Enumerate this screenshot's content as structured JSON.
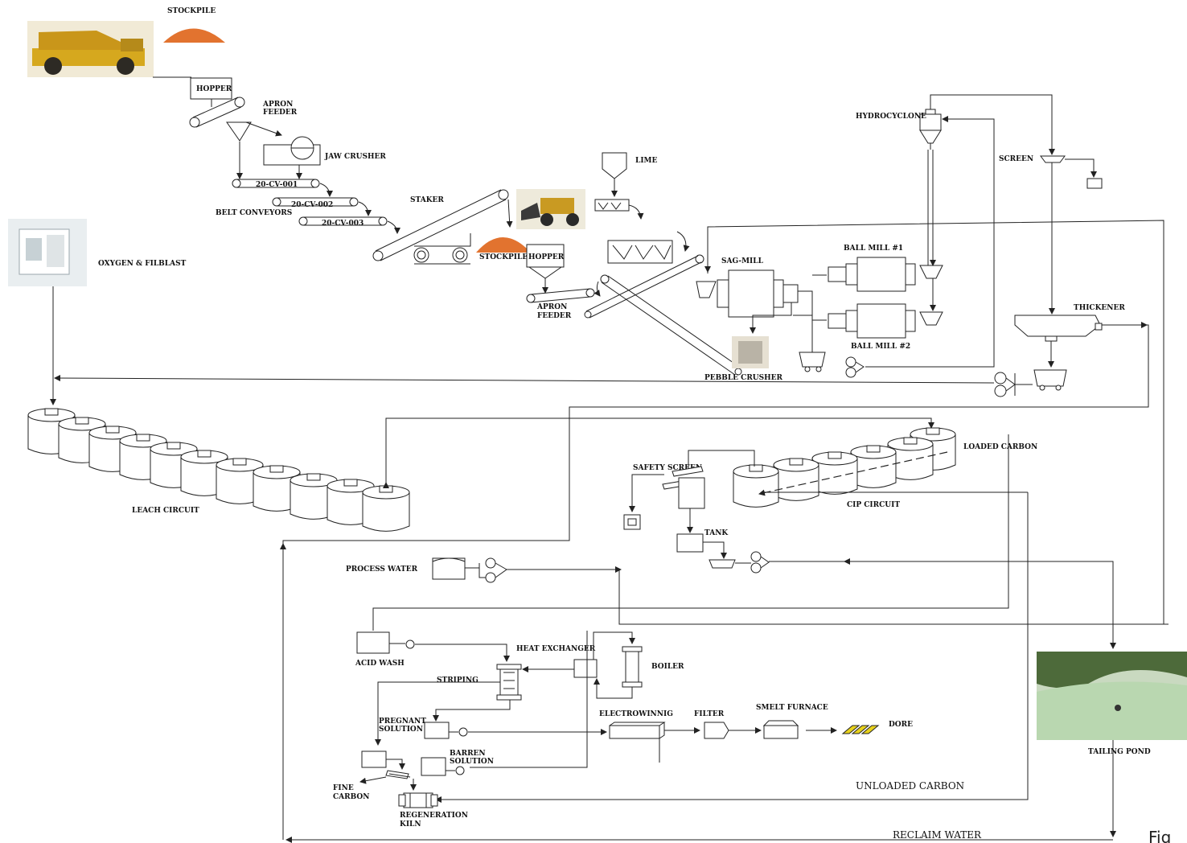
{
  "labels": {
    "stockpile_top": "STOCKPILE",
    "hopper_top": "HOPPER",
    "apron_feeder_1": "APRON",
    "apron_feeder_1b": "FEEDER",
    "jaw_crusher": "JAW CRUSHER",
    "cv001": "20-CV-001",
    "cv002": "20-CV-002",
    "cv003": "20-CV-003",
    "belt_conveyors": "BELT CONVEYORS",
    "staker": "STAKER",
    "stockpile_mid": "STOCKPILE",
    "hopper_mid": "HOPPER",
    "apron_feeder_2": "APRON",
    "apron_feeder_2b": "FEEDER",
    "lime": "LIME",
    "oxygen": "OXYGEN & FILBLAST",
    "sag_mill": "SAG-MILL",
    "ball_mill_1": "BALL MILL #1",
    "ball_mill_2": "BALL MILL #2",
    "pebble_crusher": "PEBBLE CRUSHER",
    "hydrocyclone": "HYDROCYCLONE",
    "screen": "SCREEN",
    "thickener": "THICKENER",
    "leach_circuit": "LEACH CIRCUIT",
    "safety_screen": "SAFETY SCREEN",
    "loaded_carbon": "LOADED CARBON",
    "cip_circuit": "CIP CIRCUIT",
    "tank": "TANK",
    "process_water": "PROCESS WATER",
    "acid_wash": "ACID WASH",
    "heat_exchanger": "HEAT EXCHANGER",
    "boiler": "BOILER",
    "striping": "STRIPING",
    "pregnant_1": "PREGNANT",
    "pregnant_2": "SOLUTION",
    "electrowinning": "ELECTROWINNIG",
    "filter": "FILTER",
    "smelt_furnace": "SMELT FURNACE",
    "dore": "DORE",
    "barren_1": "BARREN",
    "barren_2": "SOLUTION",
    "fine_1": "FINE",
    "fine_2": "CARBON",
    "regen_1": "REGENERATION",
    "regen_2": "KILN",
    "unloaded_carbon": "UNLOADED CARBON",
    "tailing_pond": "TAILING POND",
    "reclaim_water": "RECLAIM WATER",
    "fig_fragment": "Fig"
  },
  "colors": {
    "ore": "#e2732f",
    "truck_yellow": "#d6a81e",
    "dore_gold": "#e8d21c",
    "pond_water": "#b9d7b0",
    "pond_trees": "#4d6a3a",
    "photo_bg": "#e8e0c8",
    "line": "#222222"
  },
  "icons": {
    "truck": "haul-truck-photo",
    "loader": "wheel-loader-photo",
    "oxygen_plant": "oxygen-plant-photo",
    "pebble": "pebble-crusher-photo",
    "pond": "tailing-pond-photo",
    "dore": "dore-bars"
  }
}
